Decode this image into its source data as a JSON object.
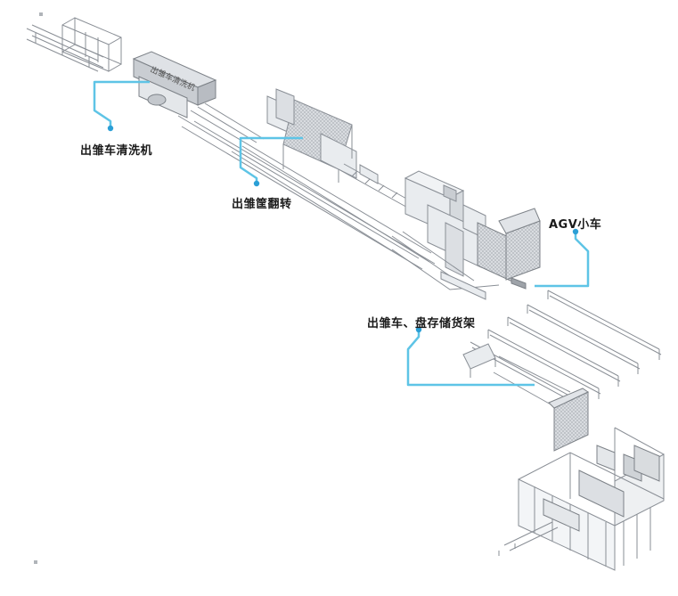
{
  "callouts": {
    "washer": "出雏车清洗机",
    "flip": "出雏筐翻转",
    "agv": "AGV小车",
    "storage": "出雏车、盘存储货架"
  },
  "machine_text": "出雏车清洗机",
  "colors": {
    "leader_line": "#5ec4e6",
    "leader_dot": "#2b9fd6",
    "frame_stroke": "#8a8f96",
    "frame_fill": "#e9ecef",
    "panel_fill": "#dcdfe3"
  }
}
